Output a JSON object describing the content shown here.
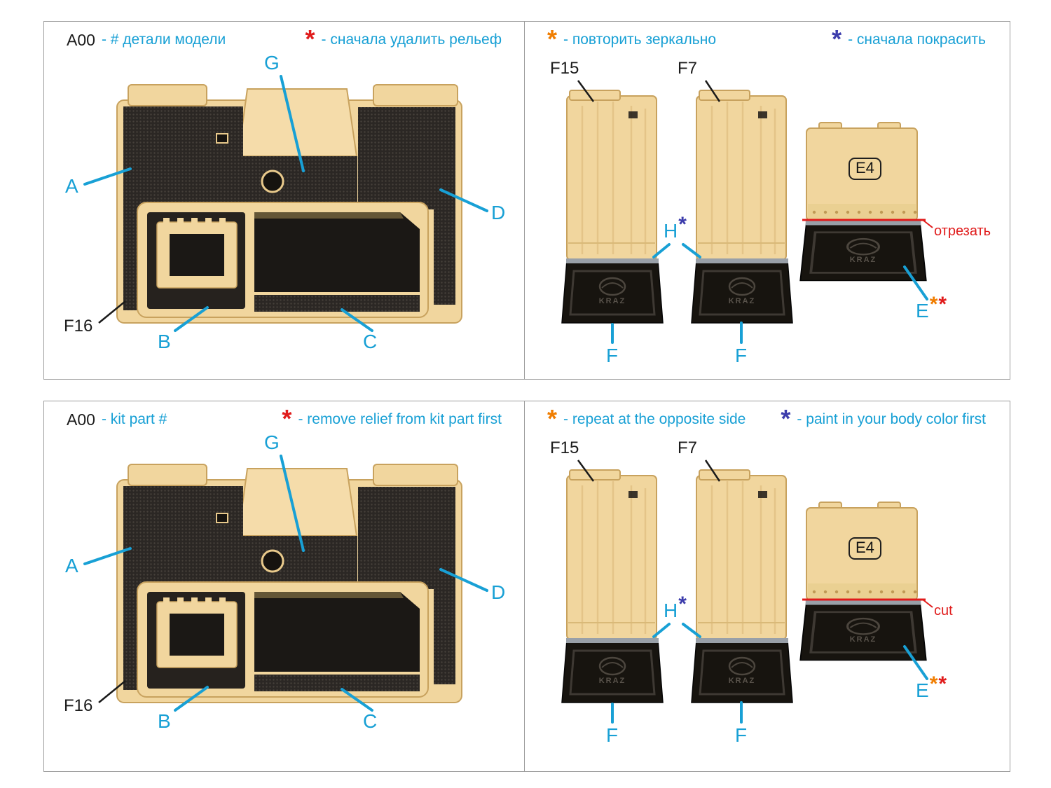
{
  "logo": "KRAZ",
  "colors": {
    "accent_cyan": "#18a0d5",
    "red": "#e01b1b",
    "orange": "#f07d00",
    "purple": "#3d3dac",
    "tan_plastic": "#f1d69e",
    "dark_plastic": "#2b2724"
  },
  "quadrants": {
    "tl": {
      "code": "A00",
      "code_desc": "- # детали модели",
      "star": "*",
      "star_desc": "- сначала удалить рельеф",
      "labels": {
        "G": "G",
        "A": "A",
        "D": "D",
        "B": "B",
        "C": "C",
        "F16": "F16"
      }
    },
    "tr": {
      "mirror_star": "*",
      "mirror_desc": "- повторить зеркально",
      "paint_star": "*",
      "paint_desc": "- сначала покрасить",
      "f15": "F15",
      "f7": "F7",
      "h": "H",
      "h_star": "*",
      "f_left": "F",
      "f_right": "F",
      "e4": "E4",
      "e": "E",
      "e_star_orange": "*",
      "e_star_red": "*",
      "cut": "отрезать"
    },
    "bl": {
      "code": "A00",
      "code_desc": "- kit part #",
      "star": "*",
      "star_desc": "- remove relief from kit part first",
      "labels": {
        "G": "G",
        "A": "A",
        "D": "D",
        "B": "B",
        "C": "C",
        "F16": "F16"
      }
    },
    "br": {
      "mirror_star": "*",
      "mirror_desc": "- repeat at the opposite side",
      "paint_star": "*",
      "paint_desc": "- paint in your body color first",
      "f15": "F15",
      "f7": "F7",
      "h": "H",
      "h_star": "*",
      "f_left": "F",
      "f_right": "F",
      "e4": "E4",
      "e": "E",
      "e_star_orange": "*",
      "e_star_red": "*",
      "cut": "cut"
    }
  }
}
